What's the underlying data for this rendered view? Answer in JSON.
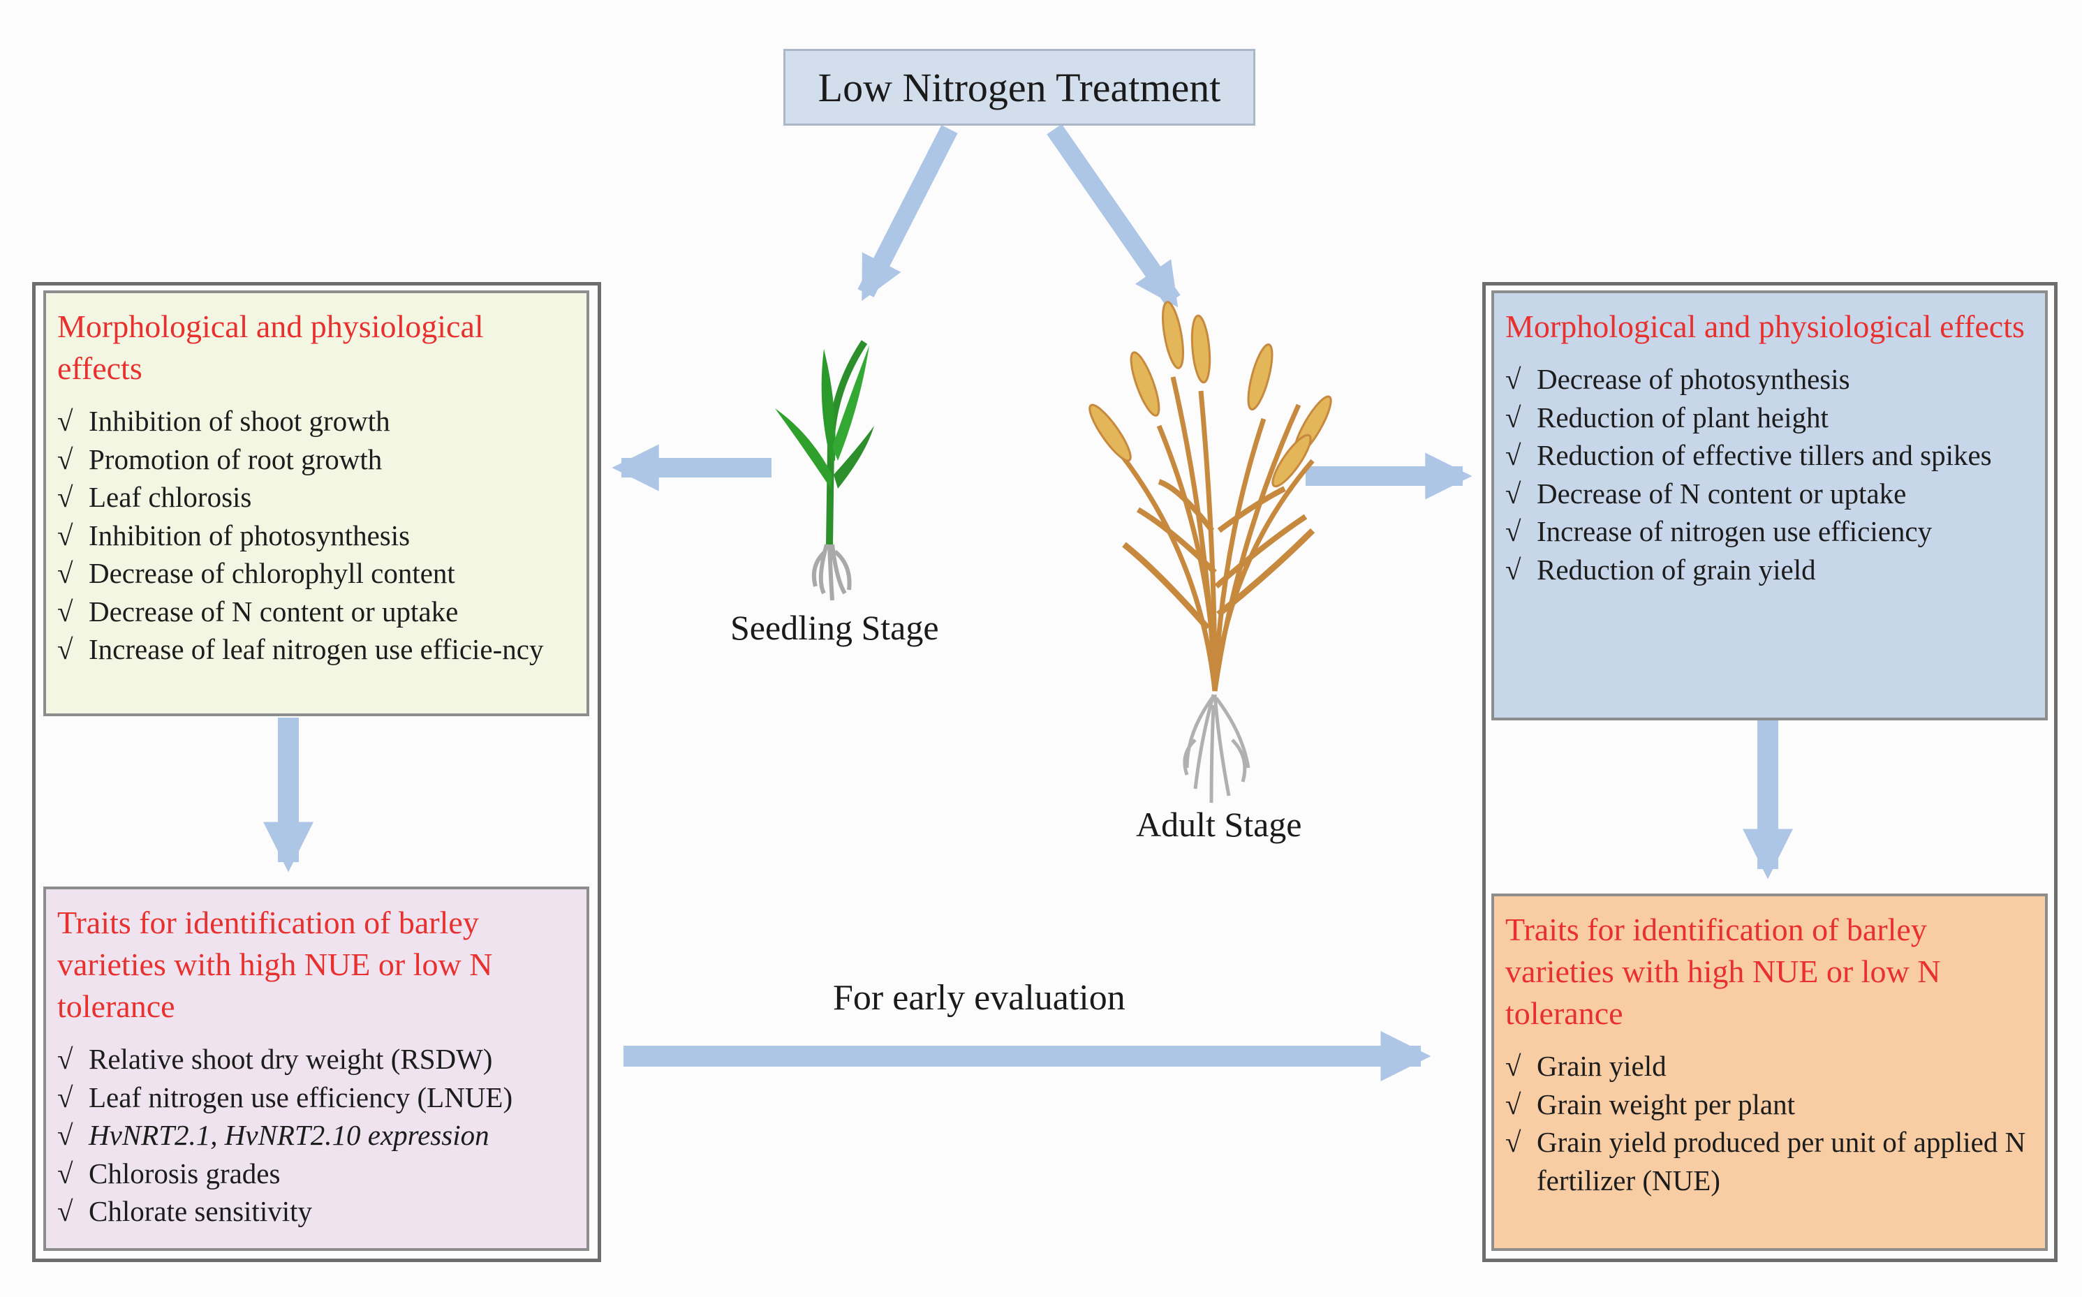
{
  "title": "Low Nitrogen Treatment",
  "stages": {
    "seedling": "Seedling Stage",
    "adult": "Adult Stage"
  },
  "early_evaluation": "For early evaluation",
  "left_effects": {
    "title": "Morphological and physiological effects",
    "items": [
      "Inhibition of shoot growth",
      "Promotion of root growth",
      "Leaf chlorosis",
      "Inhibition of photosynthesis",
      "Decrease of chlorophyll content",
      "Decrease of N content or uptake",
      "Increase of leaf nitrogen use efficie-ncy"
    ]
  },
  "left_traits": {
    "title": "Traits for identification of barley varieties with high NUE or low N tolerance",
    "items": [
      "Relative shoot dry weight (RSDW)",
      "Leaf nitrogen use efficiency (LNUE)",
      "HvNRT2.1, HvNRT2.10 expression",
      "Chlorosis grades",
      "Chlorate sensitivity"
    ]
  },
  "right_effects": {
    "title": "Morphological and physiological effects",
    "items": [
      "Decrease of photosynthesis",
      "Reduction of plant height",
      "Reduction of effective tillers and spikes",
      "Decrease of N content or uptake",
      "Increase of nitrogen use efficiency",
      "Reduction of grain yield"
    ]
  },
  "right_traits": {
    "title": "Traits for identification of barley varieties with high NUE or low N tolerance",
    "items": [
      "Grain yield",
      "Grain weight per plant",
      "Grain yield produced per unit of applied N fertilizer (NUE)"
    ]
  },
  "check_mark": "√",
  "colors": {
    "arrow": "#adc6e5",
    "red_title": "#e8302f",
    "green_panel": "#f3f6e3",
    "blue_panel": "#c7d6e9",
    "pink_panel": "#eee3ee",
    "orange_panel": "#f8cda4"
  }
}
